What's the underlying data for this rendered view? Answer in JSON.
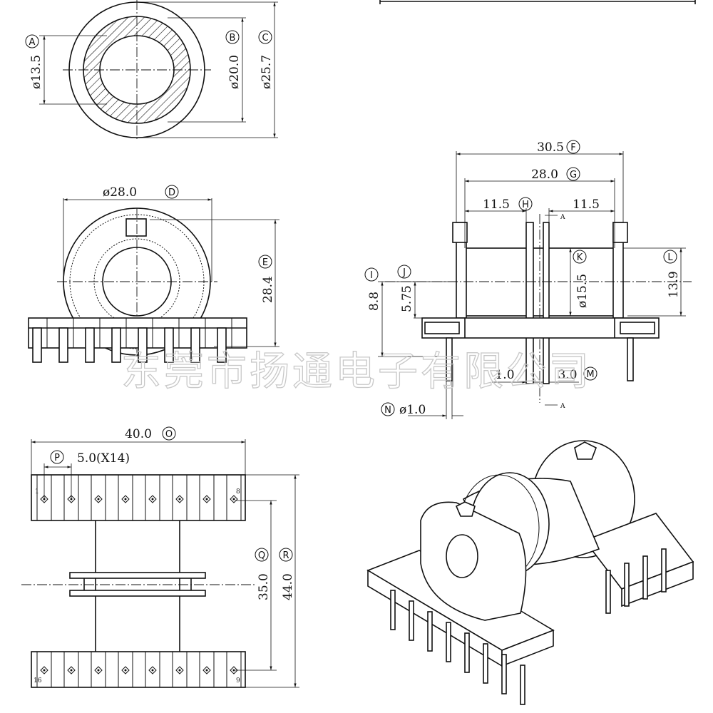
{
  "top_view": {
    "dim_a_label": "A",
    "dim_a_value": "ø13.5",
    "dim_b_label": "B",
    "dim_b_value": "ø20.0",
    "dim_c_label": "C",
    "dim_c_value": "ø25.7"
  },
  "front_view": {
    "dim_d_label": "D",
    "dim_d_value": "ø28.0",
    "dim_e_label": "E",
    "dim_e_value": "28.4"
  },
  "side_view": {
    "dim_f_label": "F",
    "dim_f_value": "30.5",
    "dim_g_label": "G",
    "dim_g_value": "28.0",
    "dim_h_label": "H",
    "dim_h_left_value": "11.5",
    "dim_h_right_value": "11.5",
    "section_mark": "A",
    "dim_i_label": "I",
    "dim_i_value": "8.8",
    "dim_j_label": "J",
    "dim_j_value": "5.75",
    "dim_k_label": "K",
    "dim_k_value": "ø15.5",
    "dim_l_label": "L",
    "dim_l_value": "13.9",
    "dim_gap_value": "1.0",
    "dim_m_label": "M",
    "dim_m_value": "3.0",
    "dim_n_label": "N",
    "dim_n_value": "ø1.0"
  },
  "bottom_view": {
    "dim_o_label": "O",
    "dim_o_value": "40.0",
    "dim_p_label": "P",
    "dim_p_value": "5.0(X14)",
    "dim_q_label": "Q",
    "dim_q_value": "35.0",
    "dim_r_label": "R",
    "dim_r_value": "44.0",
    "pin_1": "1",
    "pin_8": "8",
    "pin_9": "9",
    "pin_16": "16"
  },
  "watermark": "东莞市扬通电子有限公司"
}
